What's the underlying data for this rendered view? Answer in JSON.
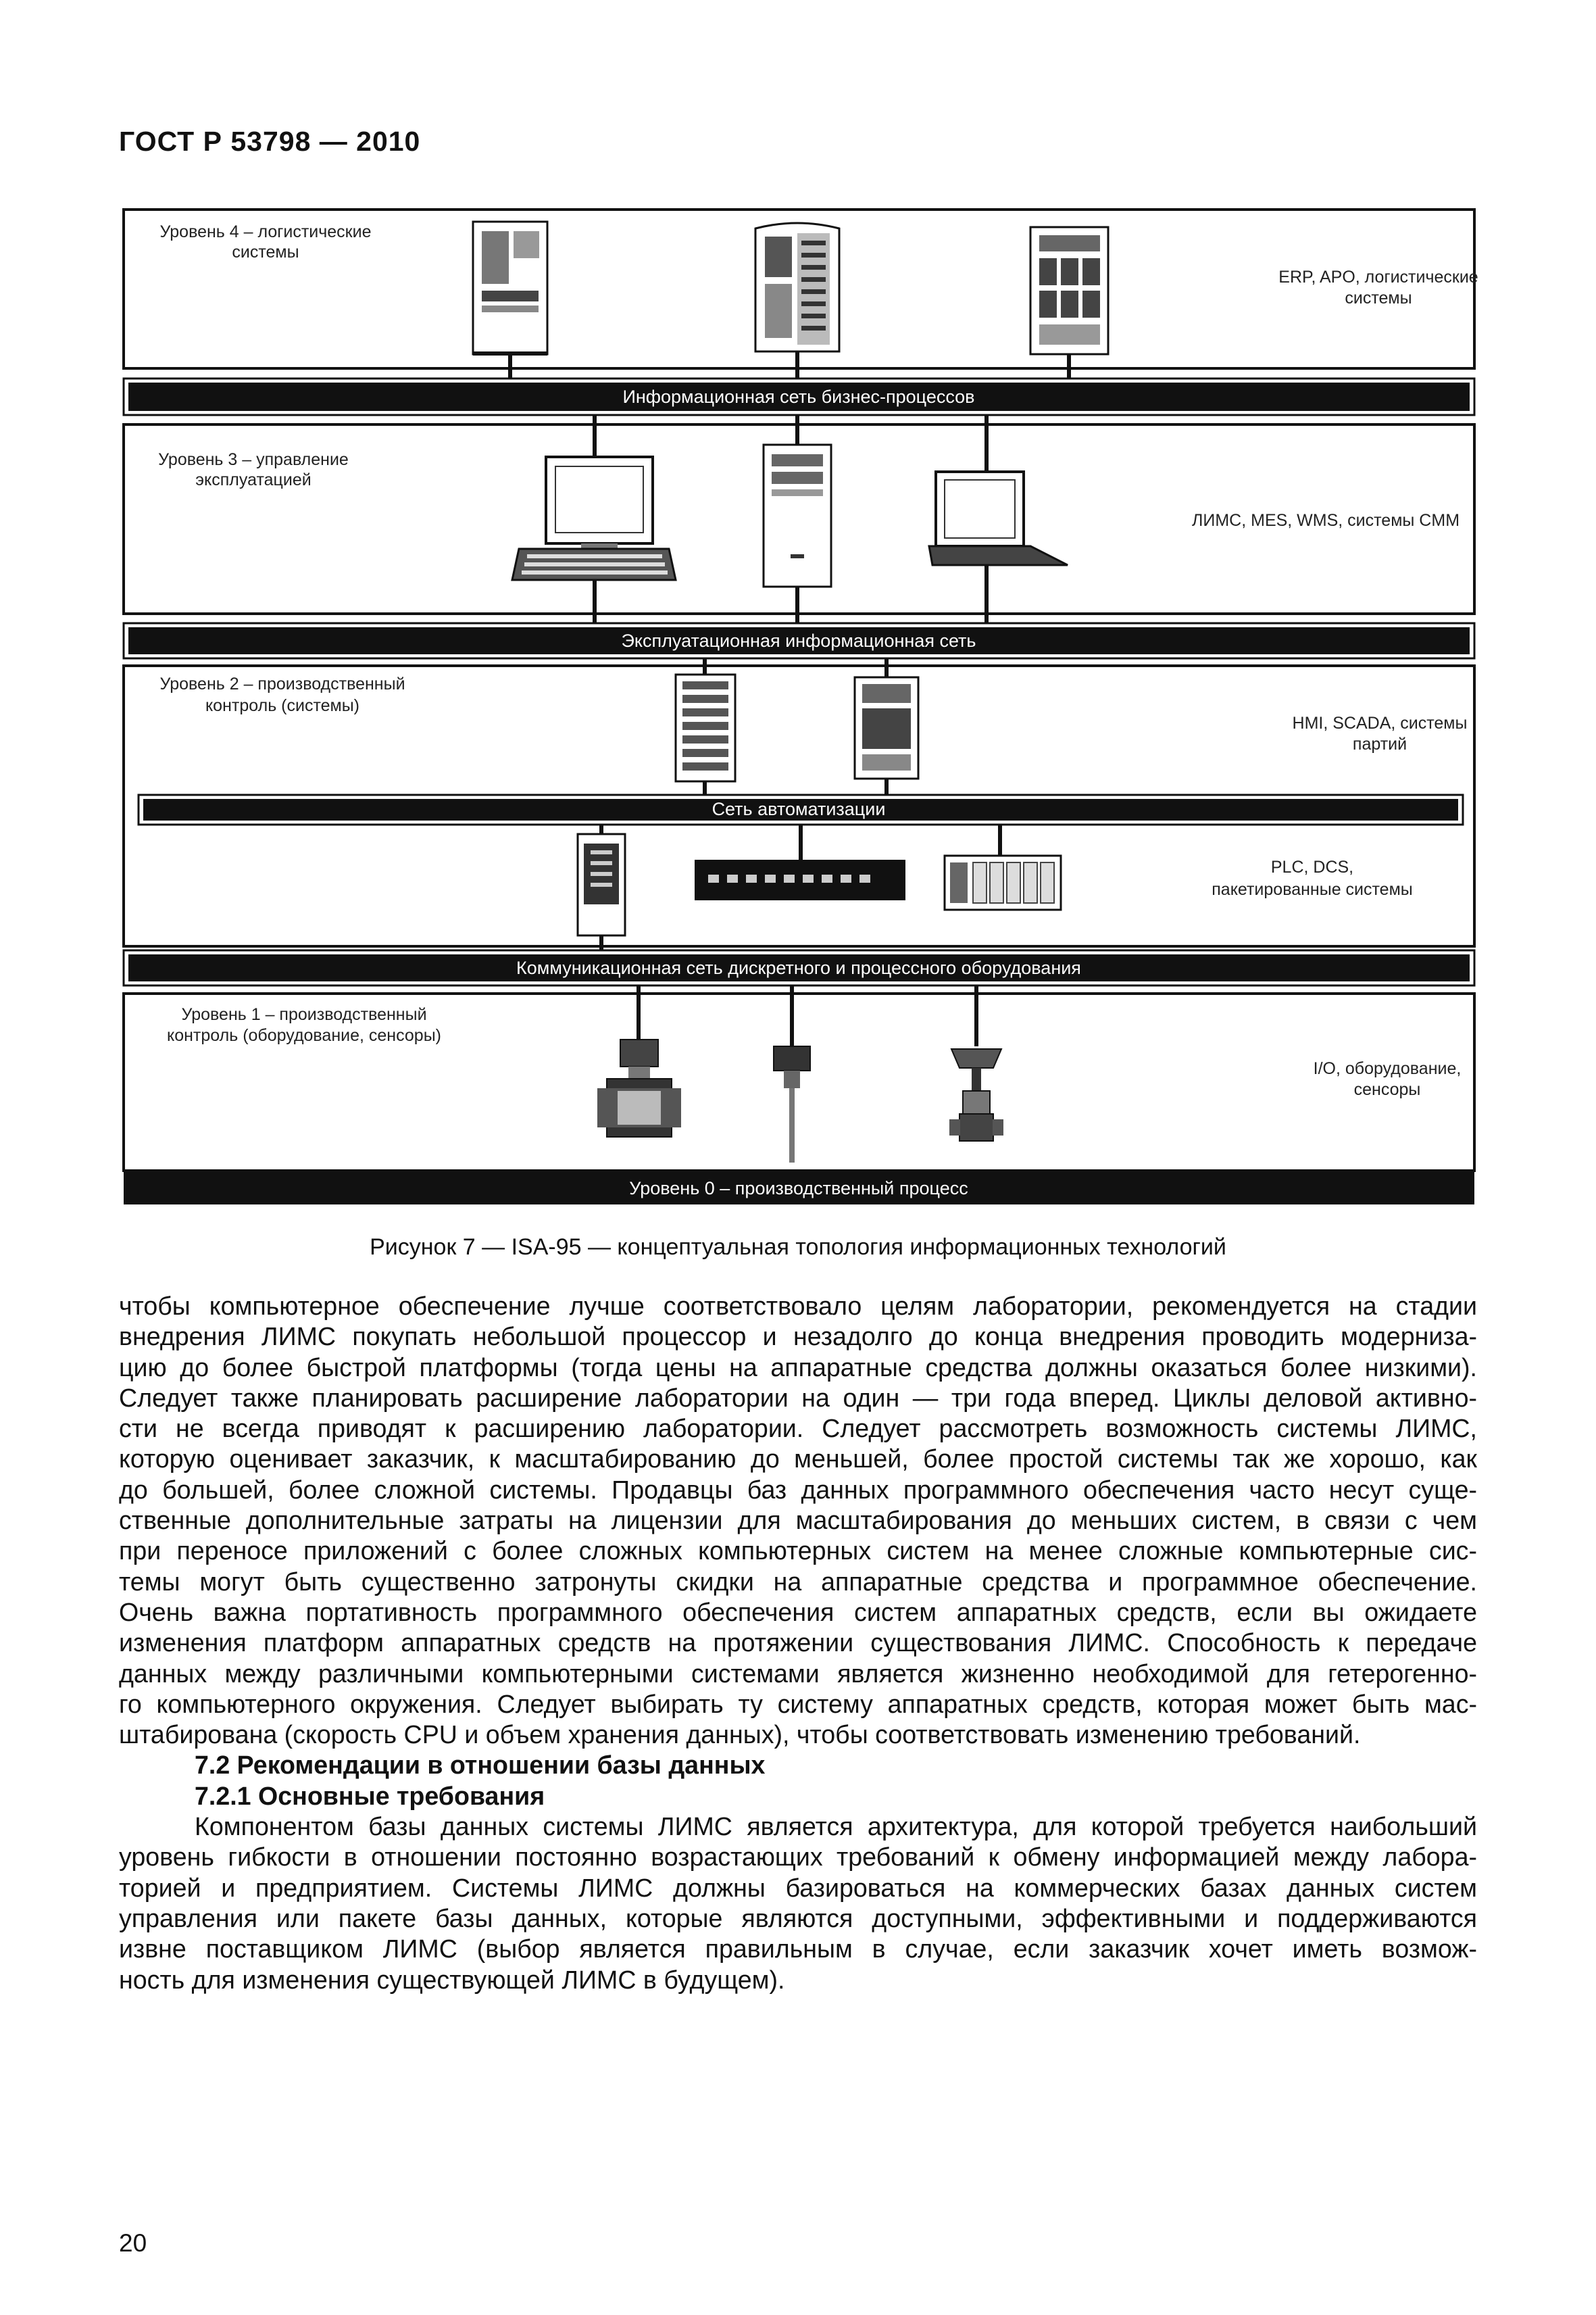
{
  "header": {
    "doc_id": "ГОСТ Р 53798 — 2010"
  },
  "figure": {
    "level4": {
      "title_lines": [
        "Уровень 4 – логистические",
        "системы"
      ],
      "systems_lines": [
        "ERP, APO, логистические",
        "системы"
      ]
    },
    "net_business": "Информационная сеть бизнес-процессов",
    "level3": {
      "title_lines": [
        "Уровень 3 – управление",
        "эксплуатацией"
      ],
      "systems_lines": [
        "ЛИМС, MES, WMS, системы CMM"
      ]
    },
    "net_operational": "Эксплуатационная информационная сеть",
    "level2": {
      "title_lines": [
        "Уровень 2 – производственный",
        "контроль (системы)"
      ],
      "systems_lines": [
        "HMI, SCADA, системы",
        "партий"
      ]
    },
    "net_automation": "Сеть автоматизации",
    "level2b": {
      "systems_lines": [
        "PLC, DCS,",
        "пакетированные системы"
      ]
    },
    "net_equipment": "Коммуникационная сеть дискретного и процессного оборудования",
    "level1": {
      "title_lines": [
        "Уровень 1 – производственный",
        "контроль (оборудование, сенсоры)"
      ],
      "systems_lines": [
        "I/O, оборудование,",
        "сенсоры"
      ]
    },
    "level0": "Уровень 0 – производственный процесс",
    "icons": [
      "server-tower-icon",
      "server-tower-icon",
      "server-rack-icon",
      "desktop-computer-icon",
      "tower-pc-icon",
      "laptop-icon",
      "rack-server-icon",
      "tower-server-icon",
      "plc-module-icon",
      "network-switch-icon",
      "io-rack-icon",
      "flow-meter-icon",
      "sensor-probe-icon",
      "control-valve-icon"
    ]
  },
  "caption": "Рисунок 7 — ISA-95 — концептуальная топология информационных технологий",
  "body_lines": [
    "чтобы компьютерное обеспечение лучше соответствовало целям лаборатории, рекомендуется на стадии",
    "внедрения ЛИМС покупать небольшой процессор и незадолго до конца внедрения проводить модерниза-",
    "цию до более быстрой платформы (тогда цены на аппаратные средства должны оказаться более низкими).",
    "Следует также планировать расширение лаборатории на один — три года вперед. Циклы деловой активно-",
    "сти не всегда приводят к расширению лаборатории. Следует рассмотреть возможность системы ЛИМС,",
    "которую оценивает заказчик, к масштабированию до меньшей, более простой системы так же хорошо, как",
    "до большей, более сложной системы. Продавцы баз данных программного обеспечения часто несут суще-",
    "ственные дополнительные затраты на лицензии для масштабирования до меньших систем, в связи с чем",
    "при переносе приложений с более сложных компьютерных систем на менее сложные компьютерные сис-",
    "темы могут быть существенно затронуты скидки на аппаратные средства и программное обеспечение.",
    "Очень важна портативность программного обеспечения систем аппаратных средств, если вы ожидаете",
    "изменения платформ аппаратных средств на протяжении существования ЛИМС. Способность к передаче",
    "данных между различными компьютерными системами является жизненно необходимой для гетерогенно-",
    "го компьютерного окружения. Следует выбирать ту систему аппаратных средств, которая может быть мас-",
    "штабирована (скорость CPU и объем хранения данных), чтобы соответствовать изменению требований."
  ],
  "heading_72": "7.2 Рекомендации в отношении базы данных",
  "heading_721": "7.2.1 Основные требования",
  "para2_lines": [
    "Компонентом базы данных системы ЛИМС является архитектура, для которой требуется наибольший",
    "уровень гибкости в отношении постоянно возрастающих требований к обмену информацией между лабора-",
    "торией и предприятием. Системы ЛИМС должны базироваться на коммерческих базах данных систем",
    "управления или пакете базы данных, которые являются доступными, эффективными и поддерживаются",
    "извне поставщиком ЛИМС (выбор является правильным в случае, если заказчик хочет иметь возмож-",
    "ность для изменения существующей ЛИМС в будущем)."
  ],
  "page_number": "20"
}
